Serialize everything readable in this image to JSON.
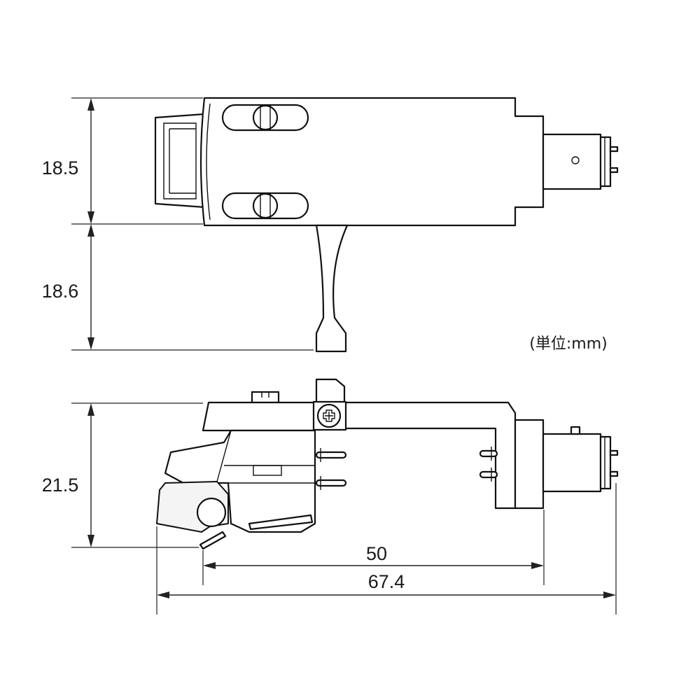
{
  "dimensions": {
    "top_height": "18.5",
    "finger_lift_length": "18.6",
    "side_height": "21.5",
    "stylus_to_mount": "50",
    "overall_length": "67.4"
  },
  "unit_label": "(単位:mm)",
  "colors": {
    "line": "#111111",
    "background": "#ffffff"
  }
}
